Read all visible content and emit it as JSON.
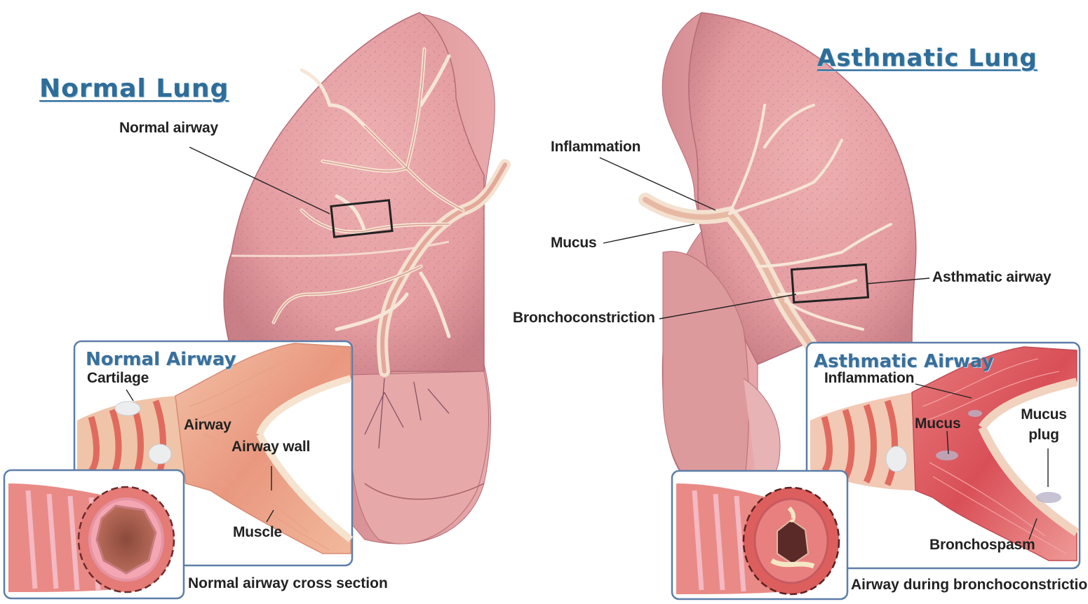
{
  "titles": {
    "normal_lung": "Normal Lung",
    "asthmatic_lung": "Asthmatic Lung",
    "normal_airway": "Normal Airway",
    "asthmatic_airway": "Asthmatic Airway"
  },
  "labels": {
    "normal_airway": "Normal airway",
    "cartilage": "Cartilage",
    "airway": "Airway",
    "airway_wall": "Airway wall",
    "muscle": "Muscle",
    "inflammation_lung": "Inflammation",
    "mucus_lung": "Mucus",
    "bronchoconstriction": "Bronchoconstriction",
    "asthmatic_airway": "Asthmatic airway",
    "inflammation_inset": "Inflammation",
    "mucus_inset": "Mucus",
    "mucus_plug_line1": "Mucus",
    "mucus_plug_line2": "plug",
    "bronchospasm": "Bronchospasm"
  },
  "captions": {
    "normal_cross_section": "Normal airway cross section",
    "constricted": "Airway during bronchoconstriction"
  },
  "colors": {
    "title_blue": "#2f6d99",
    "lung_pink": "#e8a3a6",
    "lung_dark": "#c97f86",
    "airway_cream": "#f4e1cf",
    "muscle_red": "#d9615f",
    "inset_border": "#5d7ea8"
  }
}
